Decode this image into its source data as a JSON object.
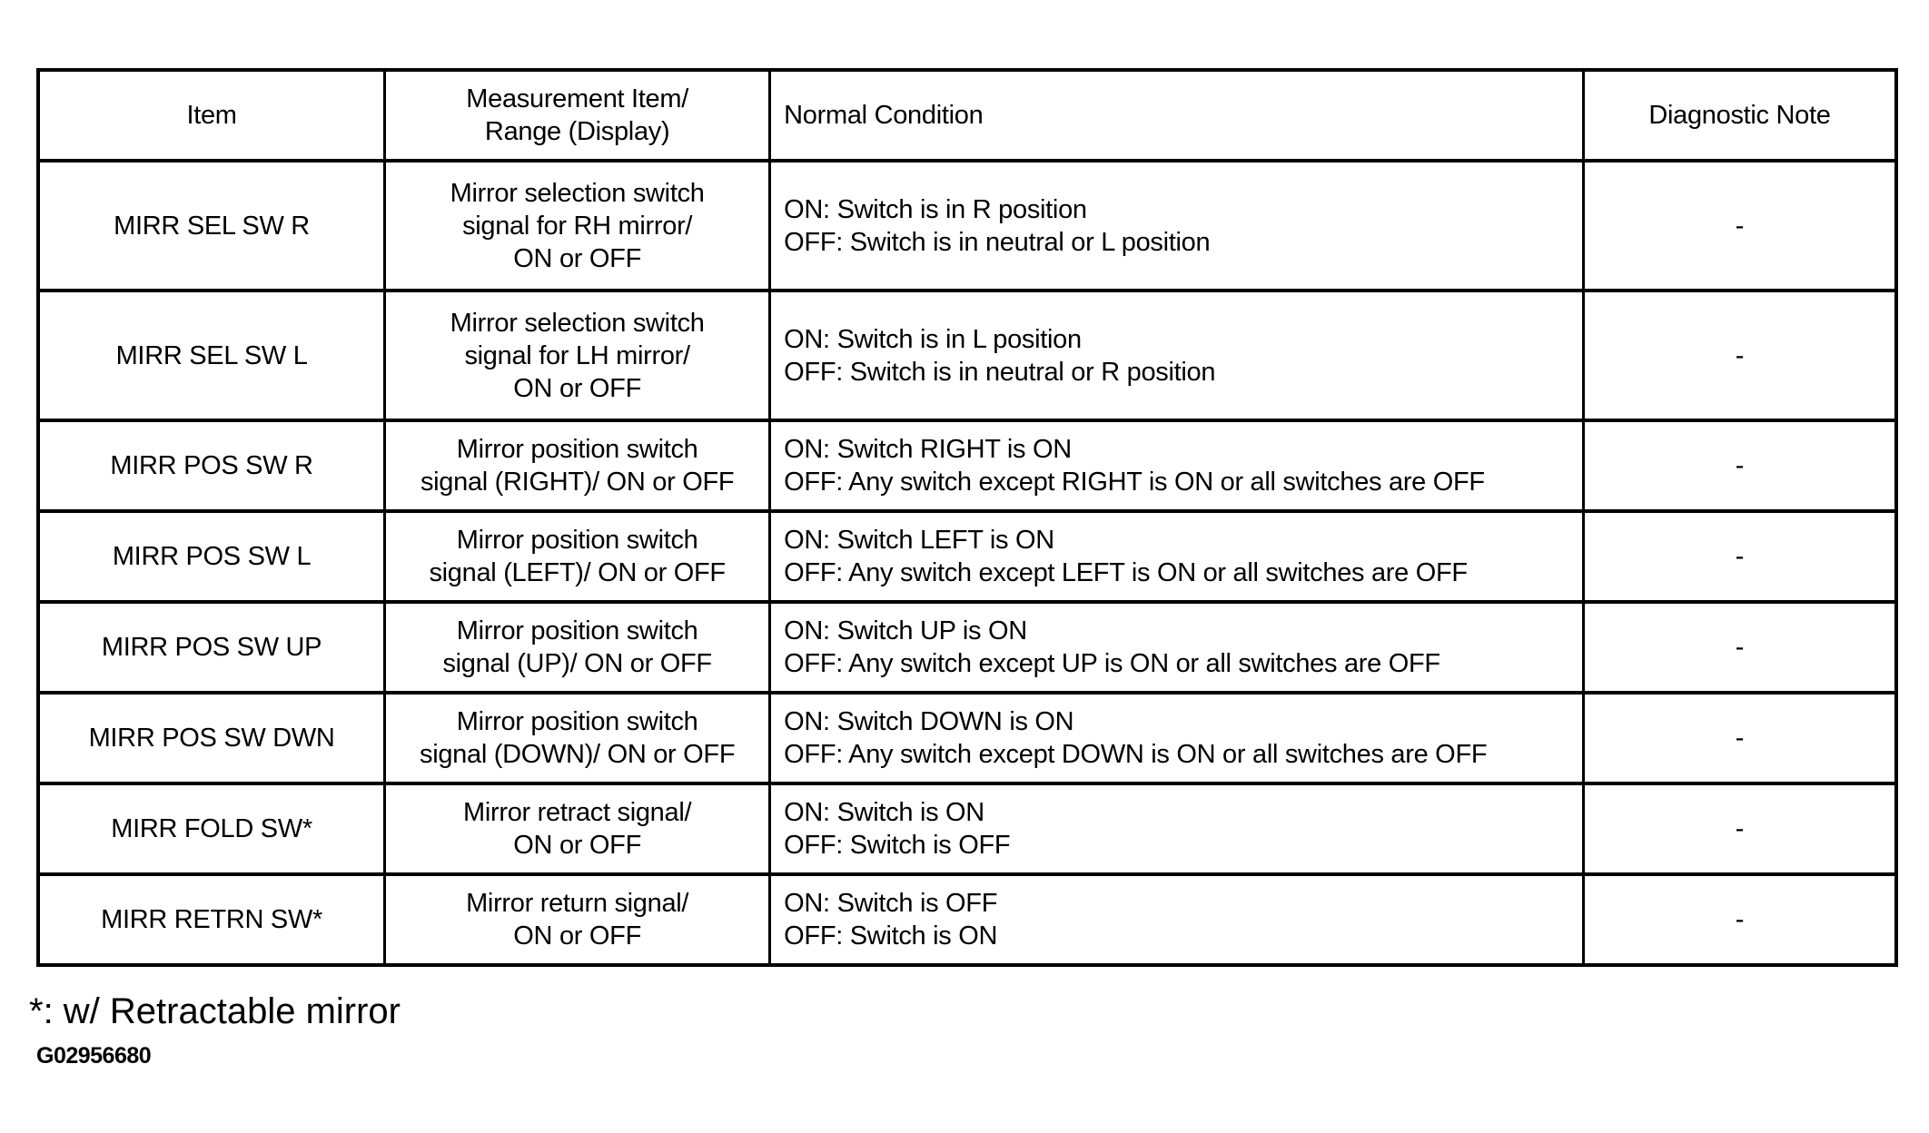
{
  "colors": {
    "text": "#000000",
    "background": "#ffffff",
    "border": "#000000"
  },
  "table": {
    "headers": {
      "item": "Item",
      "measurement": "Measurement Item/\nRange (Display)",
      "normal": "Normal Condition",
      "note": "Diagnostic Note"
    },
    "rows": [
      {
        "item": "MIRR SEL SW R",
        "measurement": "Mirror selection switch\nsignal for RH mirror/\nON or OFF",
        "normal": "ON: Switch is in R position\nOFF: Switch is in neutral or L position",
        "note": "-"
      },
      {
        "item": "MIRR SEL SW L",
        "measurement": "Mirror selection switch\nsignal for LH mirror/\nON or OFF",
        "normal": "ON: Switch is in L position\nOFF: Switch is in neutral or R position",
        "note": "-"
      },
      {
        "item": "MIRR POS SW R",
        "measurement": "Mirror position switch\nsignal (RIGHT)/ ON or OFF",
        "normal": "ON: Switch RIGHT is ON\nOFF: Any switch except RIGHT is ON or all switches are OFF",
        "note": "-"
      },
      {
        "item": "MIRR POS SW L",
        "measurement": "Mirror position switch\nsignal (LEFT)/ ON or OFF",
        "normal": "ON: Switch LEFT is ON\nOFF: Any switch except LEFT is ON or all switches are OFF",
        "note": "-"
      },
      {
        "item": "MIRR POS SW UP",
        "measurement": "Mirror position switch\nsignal (UP)/ ON or OFF",
        "normal": "ON: Switch UP is ON\nOFF: Any switch except UP is ON or all switches are OFF",
        "note": "-"
      },
      {
        "item": "MIRR POS SW DWN",
        "measurement": "Mirror position switch\nsignal (DOWN)/ ON or OFF",
        "normal": "ON: Switch DOWN is ON\nOFF: Any switch except DOWN is ON or all switches are OFF",
        "note": "-"
      },
      {
        "item": "MIRR FOLD SW*",
        "measurement": "Mirror retract signal/\nON or OFF",
        "normal": "ON: Switch is ON\nOFF: Switch is OFF",
        "note": "-"
      },
      {
        "item": "MIRR RETRN SW*",
        "measurement": "Mirror return signal/\nON or OFF",
        "normal": "ON: Switch is OFF\nOFF: Switch is ON",
        "note": "-"
      }
    ]
  },
  "footnote": "*: w/ Retractable mirror",
  "figure_id": "G02956680"
}
